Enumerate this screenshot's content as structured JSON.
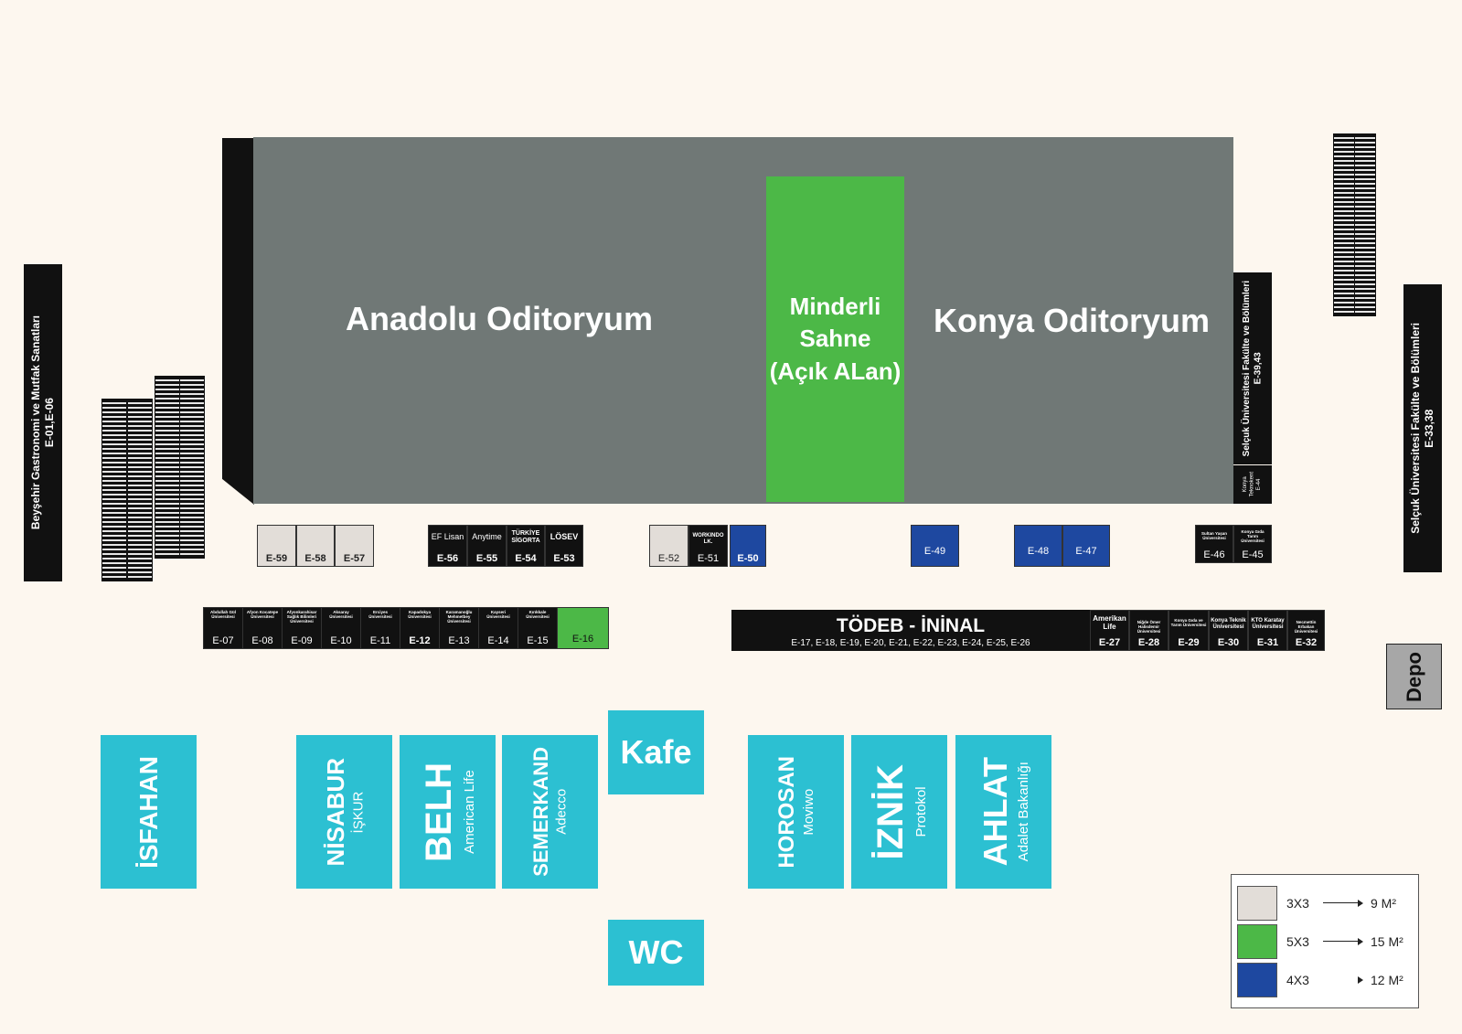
{
  "halls": {
    "left": "Anadolu Oditoryum",
    "right": "Konya Oditoryum"
  },
  "stage": {
    "line1": "Minderli",
    "line2": "Sahne",
    "line3": "(Açık ALan)"
  },
  "vertical_bars": {
    "left": {
      "line1": "Beyşehir Gastronomi ve Mutfak Sanatları",
      "line2": "E-01,E-06"
    },
    "right_inner": {
      "line1": "Selçuk Üniversitesi Fakülte ve Bölümleri",
      "line2": "E-39,43"
    },
    "right_inner_small": {
      "line1": "Konya",
      "line2": "Teknokent",
      "line3": "E-44"
    },
    "right_outer": {
      "line1": "Selçuk Üniversitesi Fakülte ve Bölümleri",
      "line2": "E-33,38"
    }
  },
  "top_row_booths": [
    {
      "name": "",
      "code": "E-59"
    },
    {
      "name": "",
      "code": "E-58"
    },
    {
      "name": "",
      "code": "E-57"
    },
    {
      "name": "EF Lisan",
      "code": "E-56"
    },
    {
      "name": "Anytime",
      "code": "E-55"
    },
    {
      "name": "TÜRKİYE SİGORTA",
      "code": "E-54"
    },
    {
      "name": "LÖSEV",
      "code": "E-53"
    },
    {
      "name": "",
      "code": "E-52"
    },
    {
      "name": "WORKINDO LK.",
      "code": "E-51"
    },
    {
      "name": "",
      "code": "E-50"
    },
    {
      "name": "",
      "code": "E-49"
    },
    {
      "name": "",
      "code": "E-48"
    },
    {
      "name": "",
      "code": "E-47"
    },
    {
      "name": "Sultan Yaşan Üniversitesi",
      "code": "E-46"
    },
    {
      "name": "Konya Gıda Tarım Üniversitesi",
      "code": "E-45"
    }
  ],
  "bottom_row_booths": [
    {
      "name": "Abdullah Gül Üniversitesi",
      "code": "E-07"
    },
    {
      "name": "Afyon Kocatepe Üniversitesi",
      "code": "E-08"
    },
    {
      "name": "Afyonkarahisar Sağlık Bilimleri Üniversitesi",
      "code": "E-09"
    },
    {
      "name": "Aksaray Üniversitesi",
      "code": "E-10"
    },
    {
      "name": "Erciyes Üniversitesi",
      "code": "E-11"
    },
    {
      "name": "Kapadokya Üniversitesi",
      "code": "E-12"
    },
    {
      "name": "Karamanoğlu Mehmetbey Üniversitesi",
      "code": "E-13"
    },
    {
      "name": "Kayseri Üniversitesi",
      "code": "E-14"
    },
    {
      "name": "Kırıkkale Üniversitesi",
      "code": "E-15"
    },
    {
      "name": "",
      "code": "E-16"
    }
  ],
  "todeb": {
    "title": "TÖDEB - İNİNAL",
    "codes": "E-17, E-18, E-19, E-20, E-21, E-22, E-23, E-24, E-25, E-26"
  },
  "right_row_booths": [
    {
      "name": "Amerikan Life",
      "code": "E-27"
    },
    {
      "name": "Niğde Ömer Halisdemir Üniversitesi",
      "code": "E-28"
    },
    {
      "name": "Konya Gıda ve Tarım Üniversitesi",
      "code": "E-29"
    },
    {
      "name": "Konya Teknik Üniversitesi",
      "code": "E-30"
    },
    {
      "name": "KTO Karatay Üniversitesi",
      "code": "E-31"
    },
    {
      "name": "Necmettin Erbakan Üniversitesi",
      "code": "E-32"
    }
  ],
  "depo": "Depo",
  "pavilions": [
    {
      "name": "İSFAHAN",
      "sponsor": ""
    },
    {
      "name": "NİSABUR",
      "sponsor": "İŞKUR"
    },
    {
      "name": "BELH",
      "sponsor": "American Life"
    },
    {
      "name": "SEMERKAND",
      "sponsor": "Adecco"
    },
    {
      "name": "HOROSAN",
      "sponsor": "Moviwo"
    },
    {
      "name": "İZNİK",
      "sponsor": "Protokol"
    },
    {
      "name": "AHLAT",
      "sponsor": "Adalet Bakanlığı"
    }
  ],
  "kafe": "Kafe",
  "wc": "WC",
  "legend": [
    {
      "size": "3X3",
      "area": "9 M²",
      "color": "#e2ddd8"
    },
    {
      "size": "5X3",
      "area": "15 M²",
      "color": "#4cb847"
    },
    {
      "size": "4X3",
      "area": "12 M²",
      "color": "#1e48a0"
    }
  ],
  "colors": {
    "background": "#fdf7ef",
    "hall": "#707876",
    "stage": "#4cb847",
    "booth_black": "#111111",
    "booth_gray": "#e2ddd8",
    "booth_blue": "#1e48a0",
    "pavilion": "#2cc0d2"
  }
}
